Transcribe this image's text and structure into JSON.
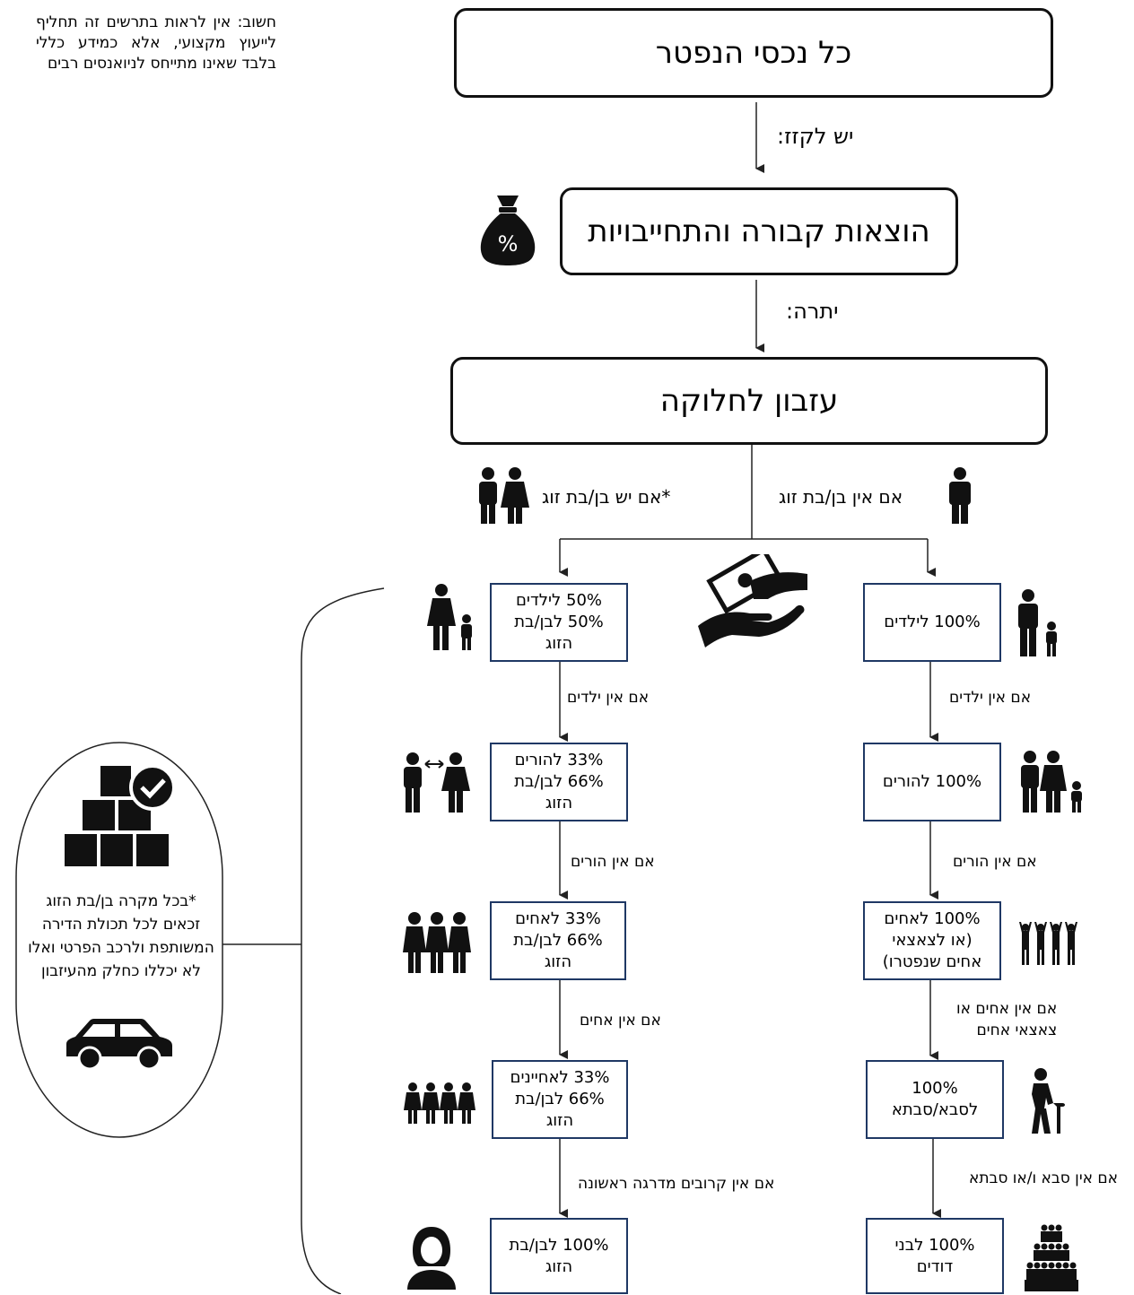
{
  "note": "חשוב: אין לראות בתרשים זה תחליף לייעוץ מקצועי, אלא כמידע כללי בלבד שאינו מתייחס לניואנסים רבים",
  "top_boxes": {
    "assets": "כל נכסי הנפטר",
    "deduct_label": "יש לקזז:",
    "expenses": "הוצאות קבורה והתחייבויות",
    "remainder_label": "יתרה:",
    "estate": "עזבון לחלוקה"
  },
  "branches": {
    "with_spouse": "*אם יש בן/בת זוג",
    "no_spouse": "אם אין בן/בת זוג"
  },
  "left_column": {
    "boxes": [
      "50% לילדים\n50% לבן/בת\nהזוג",
      "33% להורים\n66%  לבן/בת\nהזוג",
      "33% לאחים\n66% לבן/בת\nהזוג",
      "33% לאחיינים\n66% לבן/בת\nהזוג",
      "100% לבן/בת\nהזוג"
    ],
    "conditions": [
      "אם אין ילדים",
      "אם אין הורים",
      "אם אין אחים",
      "אם אין קרובים מדרגה ראשונה"
    ]
  },
  "right_column": {
    "boxes": [
      "100%  לילדים",
      "100% להורים",
      "100% לאחים\n(או לצאצאי\nאחים שנפטרו)",
      "100%\nלסבא/סבתא",
      "100% לבני\nדודים"
    ],
    "conditions": [
      "אם אין ילדים",
      "אם אין הורים",
      "אם אין אחים או\nצאצאי אחים",
      "אם אין סבא ו/או סבתא"
    ]
  },
  "side_note": "*בכל מקרה בן/בת הזוג זכאים לכל תכולת הדירה המשותפת ולרכב הפרטי ואלו לא יכללו כחלק מהעיזבון",
  "icons": {
    "money_bag": "money-bag-percent-icon",
    "couple": "couple-icon",
    "single": "single-person-icon",
    "hand_money": "hand-money-icon",
    "boxes": "boxes-check-icon",
    "car": "car-icon"
  }
}
